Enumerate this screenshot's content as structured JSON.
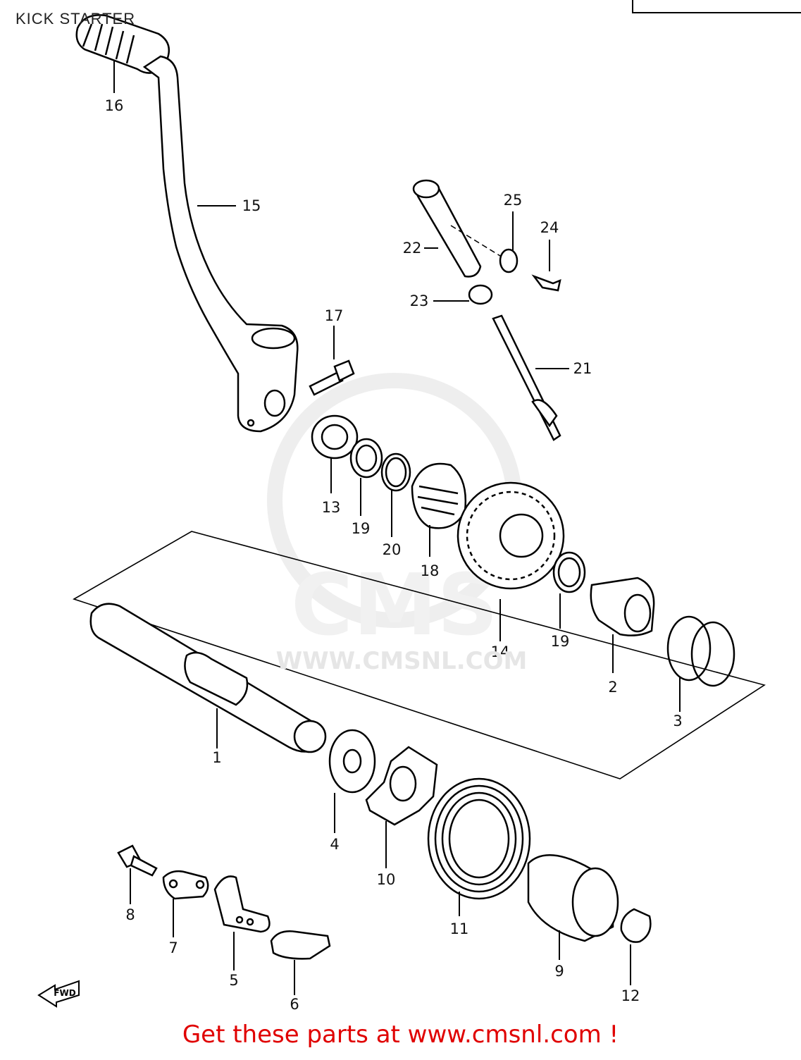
{
  "title": "KICK STARTER",
  "footer": "Get these parts at www.cmsnl.com !",
  "watermark": {
    "logo_text": "CMS",
    "url": "WWW.CMSNL.COM"
  },
  "fwd_label": "FWD",
  "callouts": [
    "1",
    "2",
    "3",
    "4",
    "5",
    "6",
    "7",
    "8",
    "9",
    "10",
    "11",
    "12",
    "13",
    "14",
    "15",
    "16",
    "17",
    "18",
    "19",
    "19",
    "20",
    "21",
    "22",
    "23",
    "24",
    "25"
  ],
  "colors": {
    "line": "#000000",
    "footer": "#e00000",
    "watermark": "#e0e0e0"
  }
}
